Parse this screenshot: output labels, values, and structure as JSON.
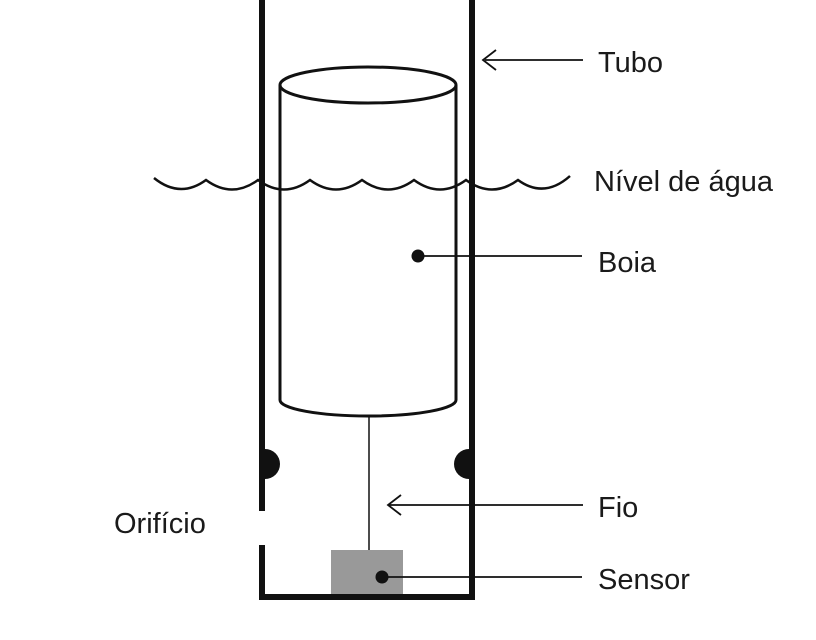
{
  "labels": {
    "tubo": "Tubo",
    "nivel": "Nível de água",
    "boia": "Boia",
    "fio": "Fio",
    "sensor": "Sensor",
    "orificio": "Orifício"
  },
  "colors": {
    "stroke": "#111111",
    "sensor_fill": "#999999",
    "background": "#ffffff"
  }
}
